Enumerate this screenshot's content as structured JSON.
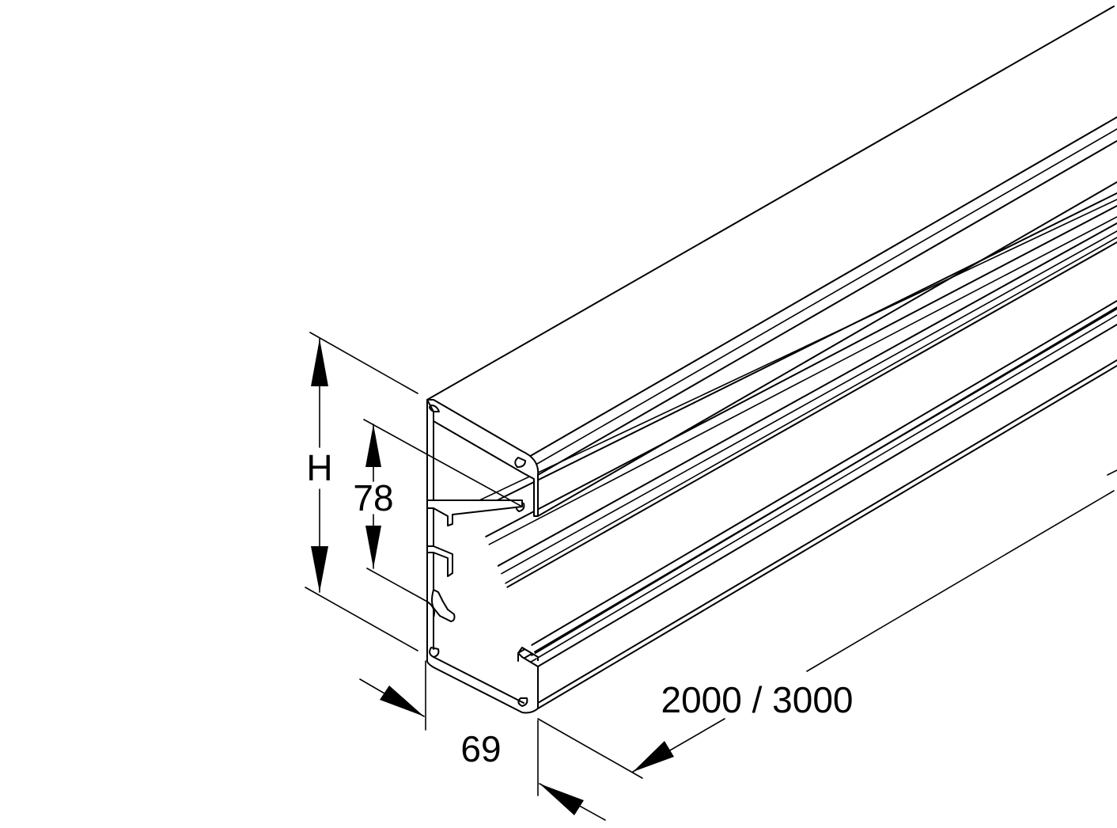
{
  "drawing": {
    "subject": "cable trunking profile isometric",
    "dimensions": {
      "height_label": "H",
      "inner_height_label": "78",
      "depth_label": "69",
      "length_label": "2000 / 3000"
    }
  }
}
